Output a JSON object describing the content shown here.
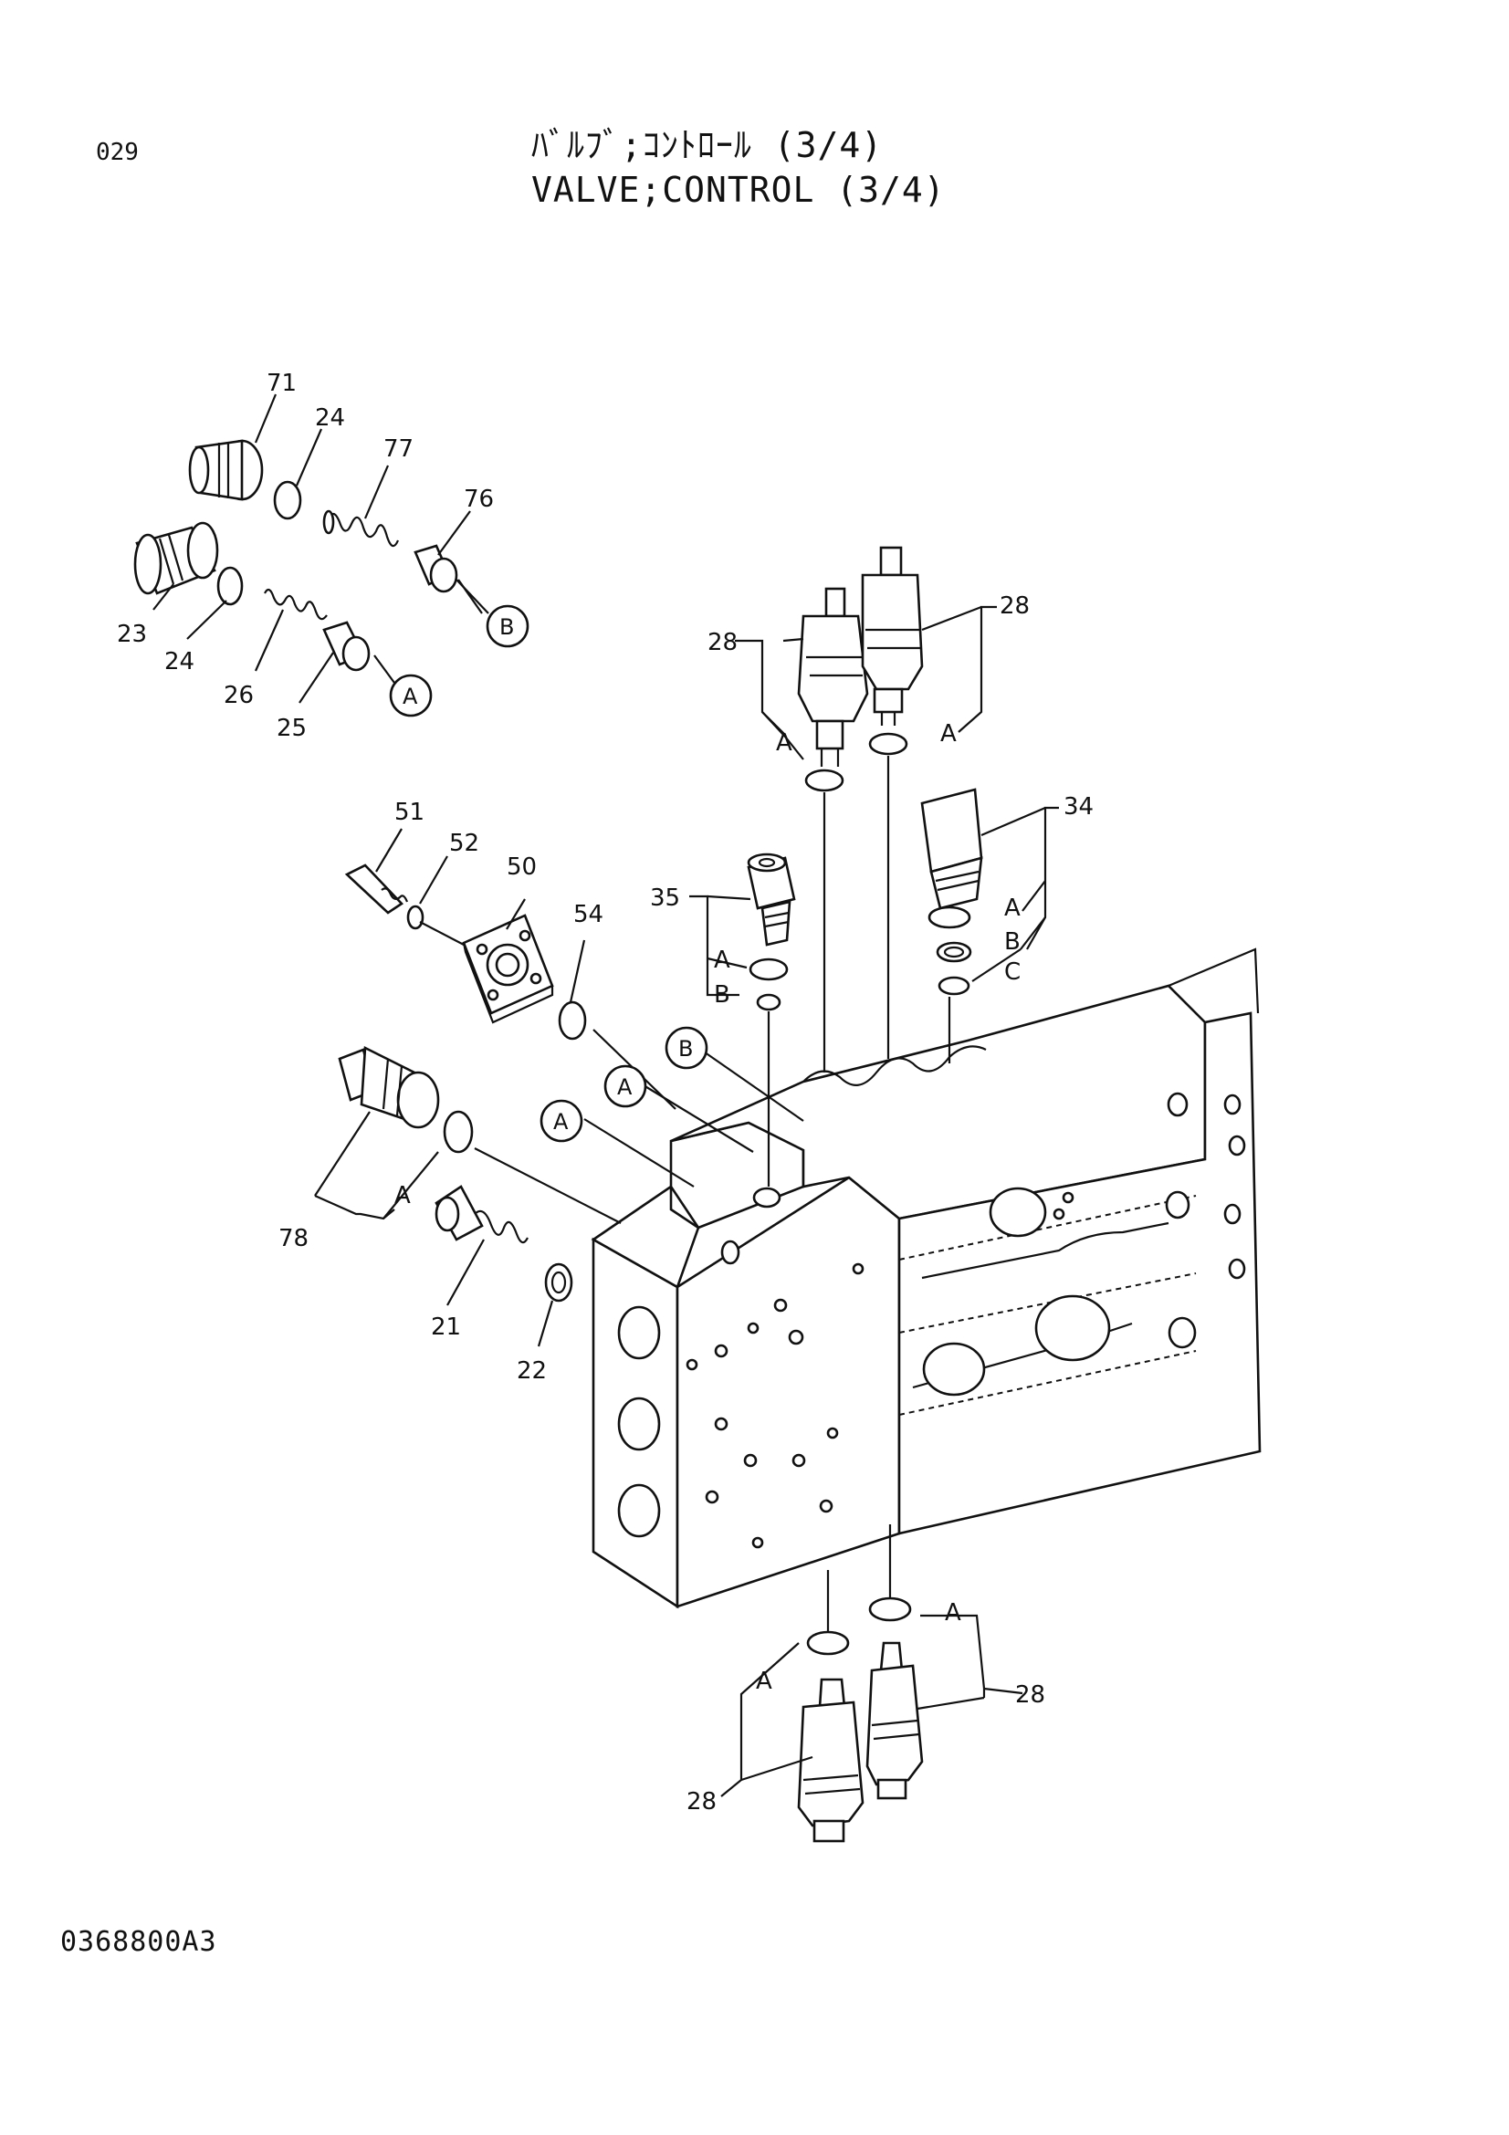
{
  "page": {
    "number": "029",
    "drawing_code": "0368800A3"
  },
  "title": {
    "jp": "ﾊﾞﾙﾌﾞ;ｺﾝﾄﾛｰﾙ (3/4)",
    "en": "VALVE;CONTROL (3/4)"
  },
  "callouts": {
    "c71": "71",
    "c24a": "24",
    "c77": "77",
    "c76": "76",
    "c23": "23",
    "c24b": "24",
    "c26": "26",
    "c25": "25",
    "c28a": "28",
    "c28b": "28",
    "c34": "34",
    "c35": "35",
    "c51": "51",
    "c52": "52",
    "c50": "50",
    "c54": "54",
    "c78": "78",
    "c21": "21",
    "c22": "22",
    "c28c": "28",
    "c28d": "28"
  },
  "letters": {
    "A": "A",
    "B": "B",
    "C": "C"
  },
  "ref_tags": {
    "A": "A",
    "B": "B"
  }
}
